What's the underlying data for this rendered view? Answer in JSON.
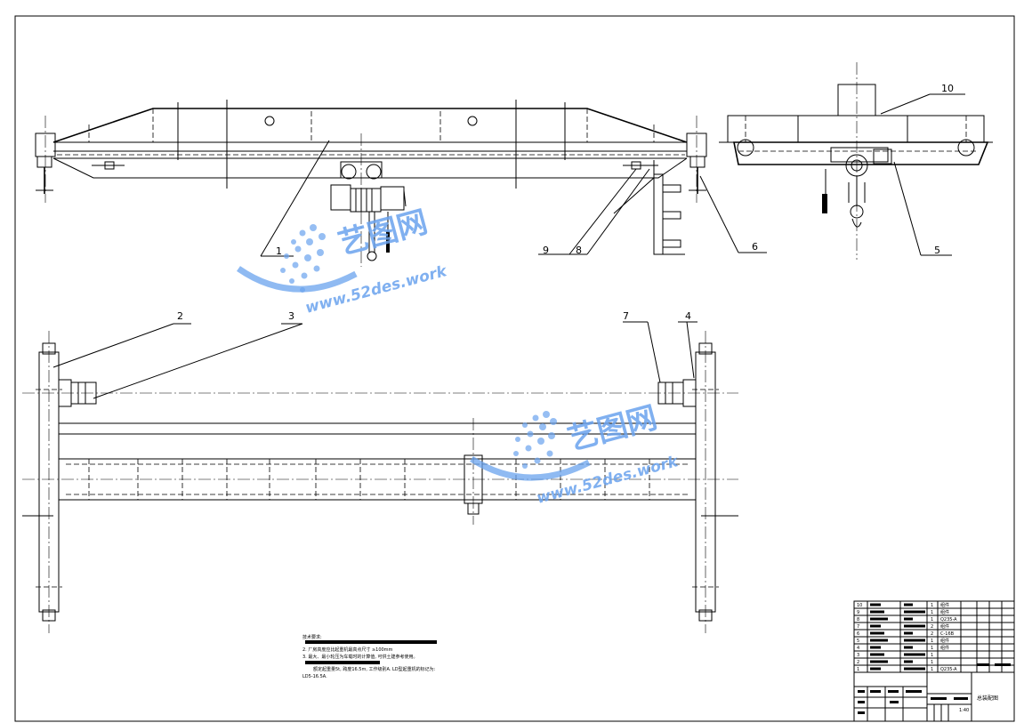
{
  "callouts": [
    "1",
    "2",
    "3",
    "4",
    "5",
    "6",
    "7",
    "8",
    "9",
    "10"
  ],
  "watermark": {
    "logo_text": "艺图网",
    "url_text": "www.52des.work",
    "color": "#6aa3ee"
  },
  "notes": {
    "heading": "技术要求:",
    "line2": "2. 厂房高度应比起重机最高点尺寸 ≥100mm",
    "line3": "3. 最大、最小轮压为车载时的计算值, 可供土建参考使用。",
    "line5": "额定起重量5t, 跨度16.5m, 工作级别A. LD型起重机的标记为:",
    "line6": "LD5-16.5A."
  },
  "parts_list": {
    "rows": [
      {
        "no": "10",
        "qty": "1",
        "material": "组件"
      },
      {
        "no": "9",
        "qty": "1",
        "material": "组件"
      },
      {
        "no": "8",
        "qty": "1",
        "material": "Q235-A"
      },
      {
        "no": "7",
        "qty": "2",
        "material": "组件"
      },
      {
        "no": "6",
        "qty": "2",
        "material": "C-16B"
      },
      {
        "no": "5",
        "qty": "1",
        "material": "组件"
      },
      {
        "no": "4",
        "qty": "1",
        "material": "组件"
      },
      {
        "no": "3",
        "qty": "1",
        "material": ""
      },
      {
        "no": "2",
        "qty": "1",
        "material": ""
      },
      {
        "no": "1",
        "qty": "1",
        "material": "Q235-A"
      }
    ]
  },
  "title_block": {
    "drawing_title": "总装配图",
    "scale": "1:40"
  }
}
